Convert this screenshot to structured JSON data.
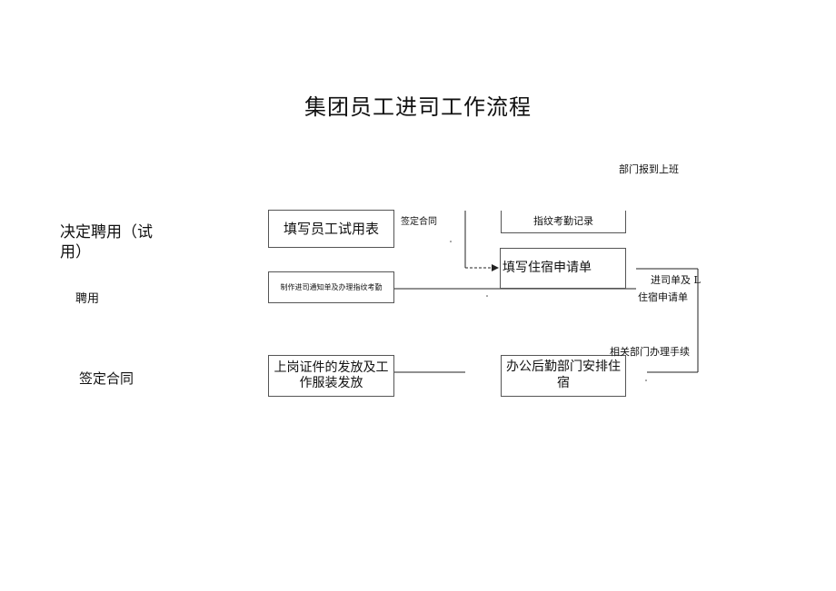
{
  "title": "集团员工进司工作流程",
  "left_labels": {
    "decide_hire": "决定聘用（试用）",
    "hire": "聘用",
    "sign_contract": "签定合同"
  },
  "boxes": {
    "fill_probation_form": "填写员工试用表",
    "make_notice": "制作进司通知单及办理指纹考勤",
    "issue_pass": "上岗证件的发放及工作服装发放",
    "fingerprint_record": "指纹考勤记录",
    "fill_dorm_application": "填写住宿申请单",
    "arrange_dorm": "办公后勤部门安排住宿"
  },
  "edge_labels": {
    "sign_contract": "签定合同",
    "dept_report": "部门报到上班",
    "entry_notice": "进司单及 L",
    "dorm_application": "住宿申请单",
    "related_dept": "相关部门办理手续"
  }
}
